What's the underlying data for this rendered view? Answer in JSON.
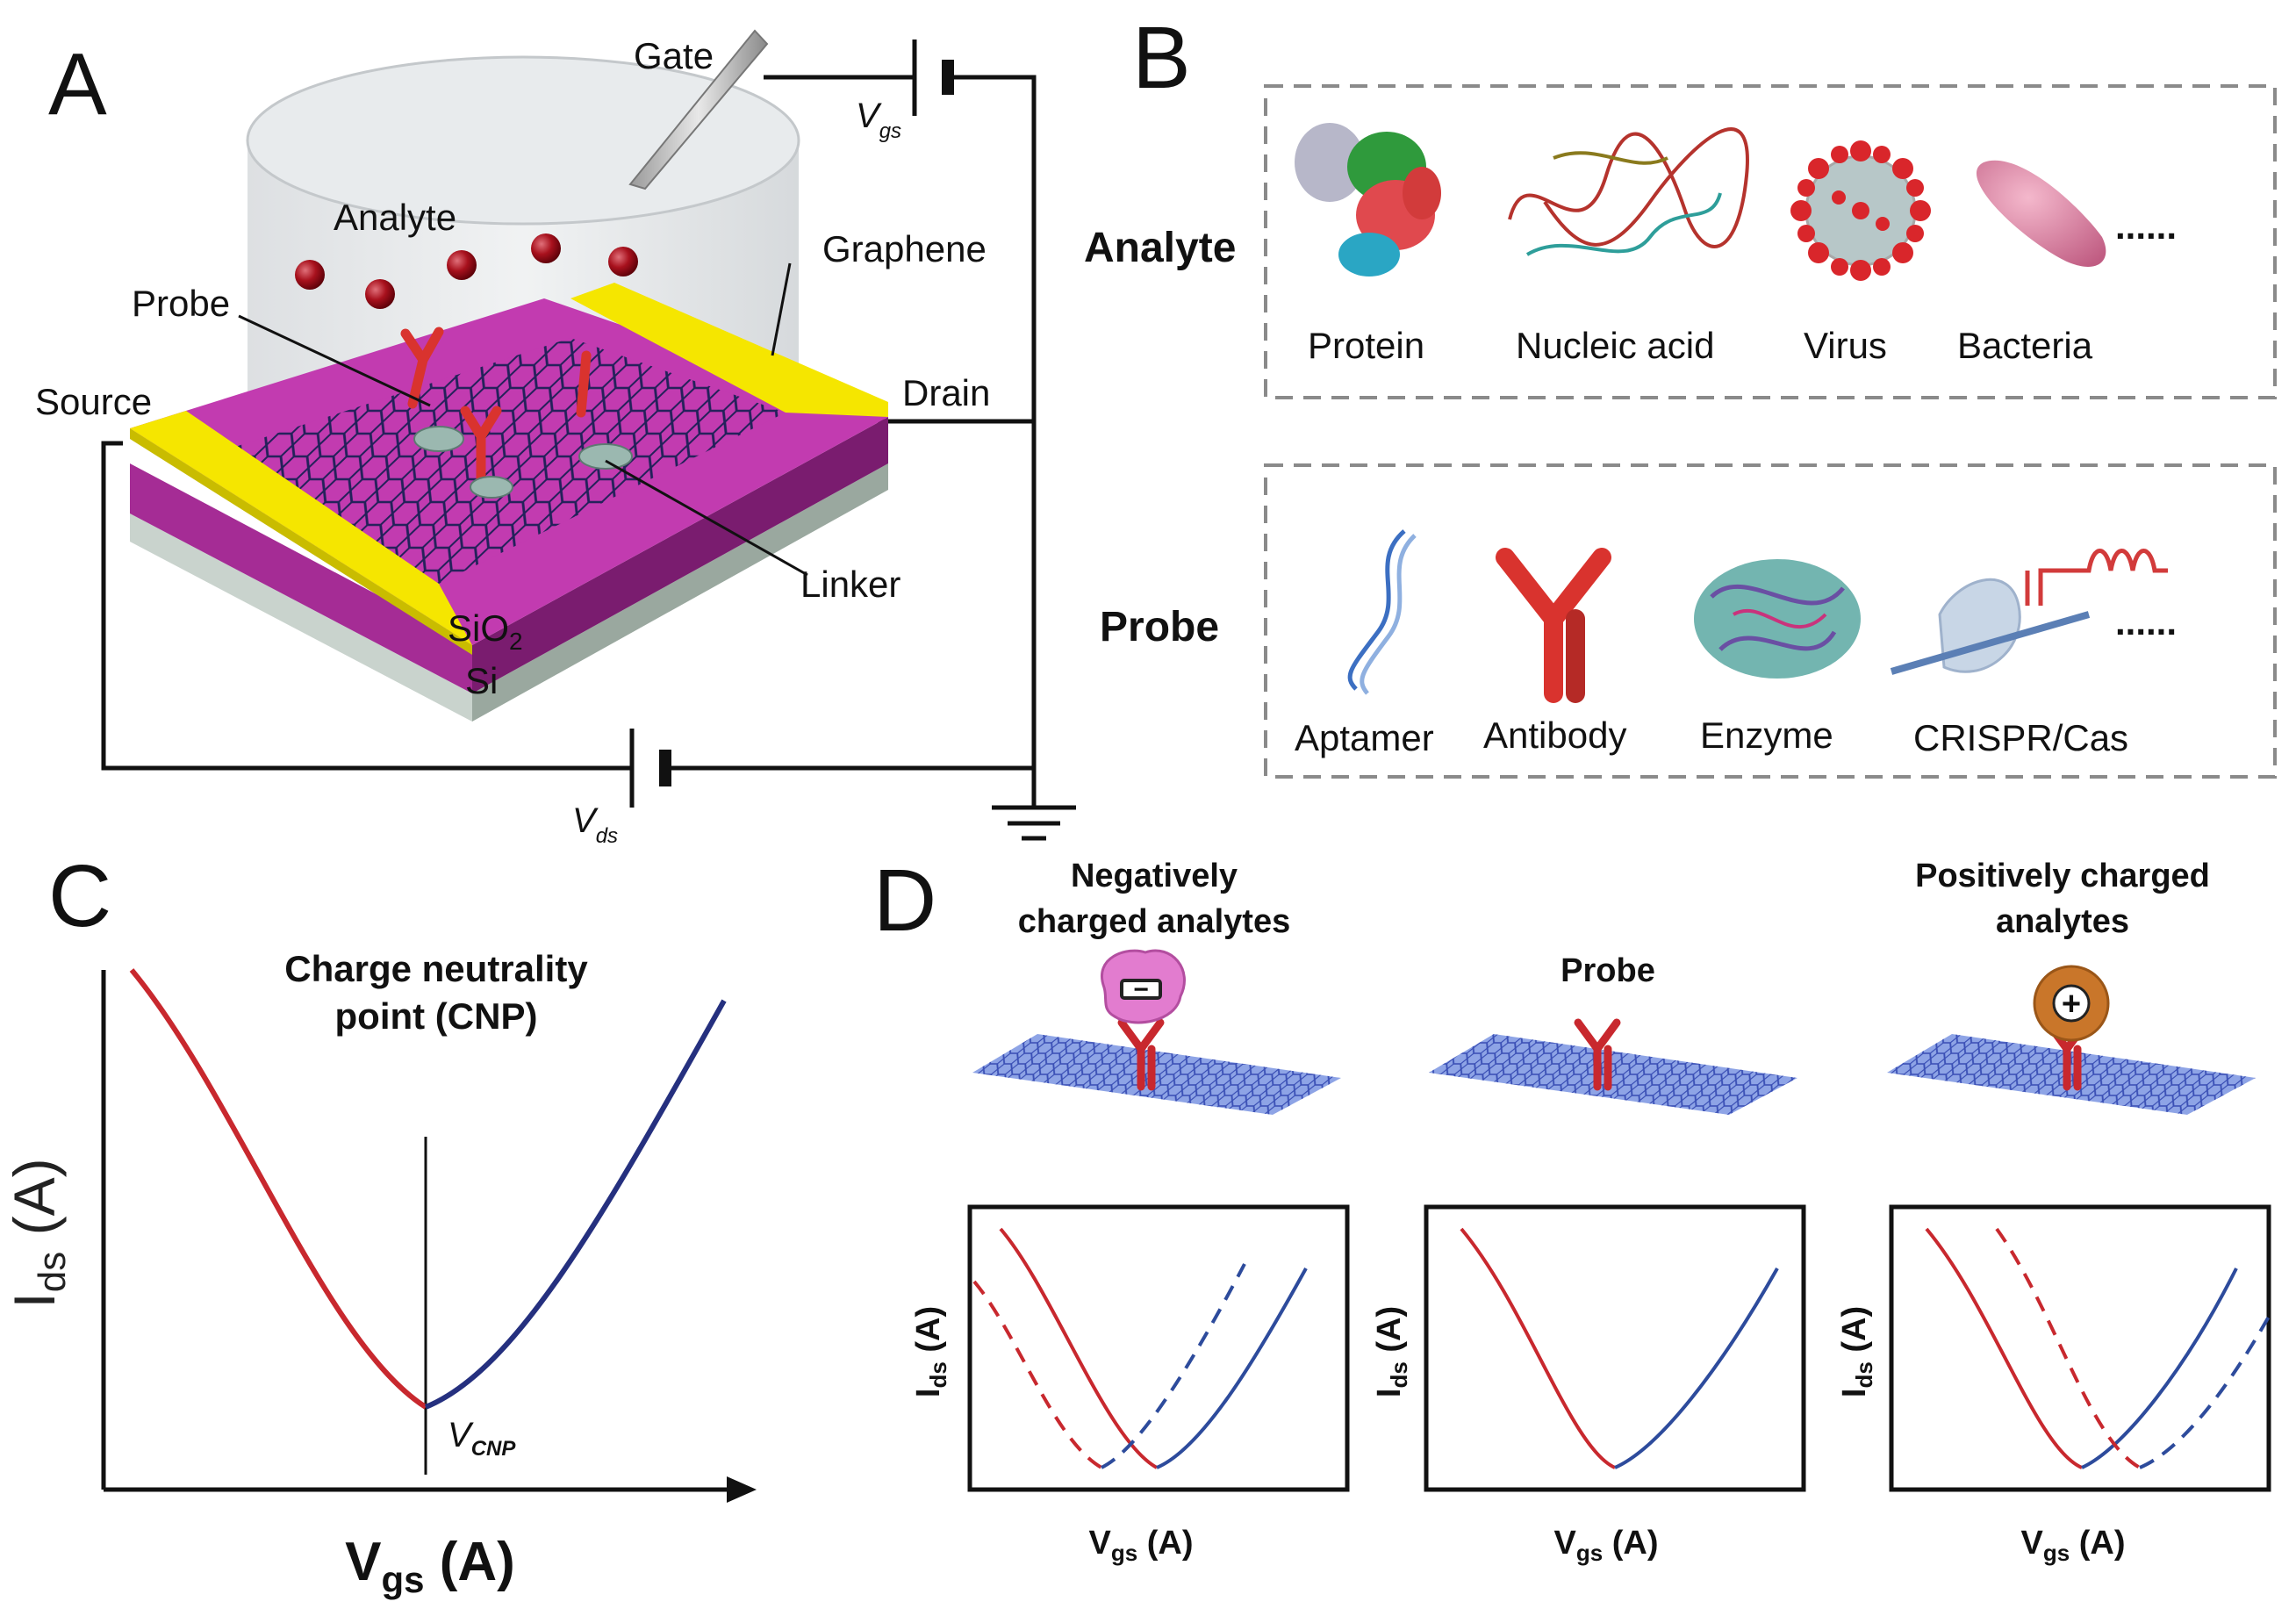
{
  "panels": {
    "a": "A",
    "b": "B",
    "c": "C",
    "d": "D"
  },
  "panel_a": {
    "gate": "Gate",
    "analyte": "Analyte",
    "graphene": "Graphene",
    "probe": "Probe",
    "source": "Source",
    "drain": "Drain",
    "linker": "Linker",
    "sio2_main": "SiO",
    "sio2_sub": "2",
    "si": "Si",
    "vgs_main": "V",
    "vgs_sub": "gs",
    "vds_main": "V",
    "vds_sub": "ds"
  },
  "panel_b": {
    "analyte_heading": "Analyte",
    "probe_heading": "Probe",
    "analytes": [
      "Protein",
      "Nucleic acid",
      "Virus",
      "Bacteria"
    ],
    "probes": [
      "Aptamer",
      "Antibody",
      "Enzyme",
      "CRISPR/Cas"
    ],
    "more": "......"
  },
  "panel_c": {
    "title_line1": "Charge neutrality",
    "title_line2": "point (CNP)",
    "y_main": "I",
    "y_sub": "ds",
    "y_unit": " (A)",
    "x_main": "V",
    "x_sub": "gs",
    "x_unit": " (A)",
    "cnp_main": "V",
    "cnp_sub": "CNP"
  },
  "panel_d": {
    "negative_line1": "Negatively",
    "negative_line2": "charged analytes",
    "probe": "Probe",
    "positive_line1": "Positively charged",
    "positive_line2": "analytes",
    "y_main": "I",
    "y_sub": "ds",
    "y_unit": " (A)",
    "x_main": "V",
    "x_sub": "gs",
    "x_unit": " (A)",
    "minus_symbol": "−",
    "plus_symbol": "+"
  },
  "colors": {
    "hole_branch": "#c8282e",
    "electron_branch": "#25307f",
    "gold": "#f5e600",
    "substrate": "#b0359e",
    "graphene_blue": "#4a63c8"
  }
}
